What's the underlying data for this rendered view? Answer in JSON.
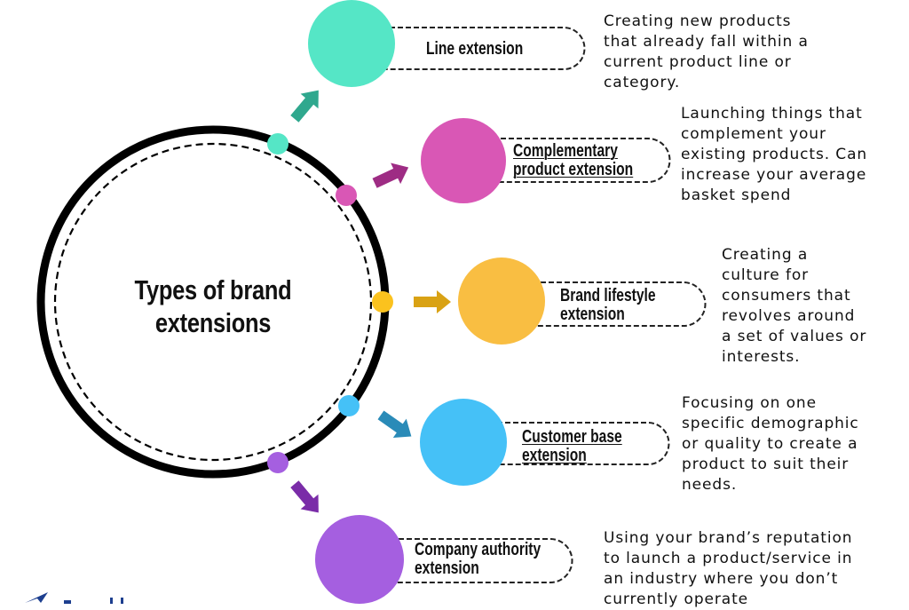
{
  "title": "Types of brand extensions",
  "extensions": [
    {
      "name": "Line extension",
      "description": "Creating new products\nthat already fall within a\ncurrent product line or\ncategory.",
      "circle_color": "#55E6C6",
      "arrow_color": "#2FA88E",
      "dot_color": "#55E6C6"
    },
    {
      "name": "Complementary\nproduct extension",
      "description": "Launching things that\ncomplement your\nexisting products. Can\nincrease your average\nbasket spend",
      "circle_color": "#D957B5",
      "arrow_color": "#9E2C84",
      "dot_color": "#D957B5"
    },
    {
      "name": "Brand lifestyle\nextension",
      "description": "Creating a\nculture for\nconsumers that\nrevolves around\na set of values or\ninterests.",
      "circle_color": "#F9BE42",
      "arrow_color": "#D9A214",
      "dot_color": "#FBC21E"
    },
    {
      "name": "Customer base\nextension",
      "description": "Focusing on one\nspecific demographic\nor quality to create a\nproduct to suit their\nneeds.",
      "circle_color": "#45C1F7",
      "arrow_color": "#2A8BB8",
      "dot_color": "#45C1F7"
    },
    {
      "name": "Company authority\nextension",
      "description": "Using your brand’s reputation\nto launch a product/service in\nan industry where you don’t\ncurrently operate",
      "circle_color": "#A55FE0",
      "arrow_color": "#7A2CA8",
      "dot_color": "#A55FE0"
    }
  ],
  "logo": {
    "icon": "paper-plane-logo-icon",
    "color": "#1D3F8F"
  }
}
